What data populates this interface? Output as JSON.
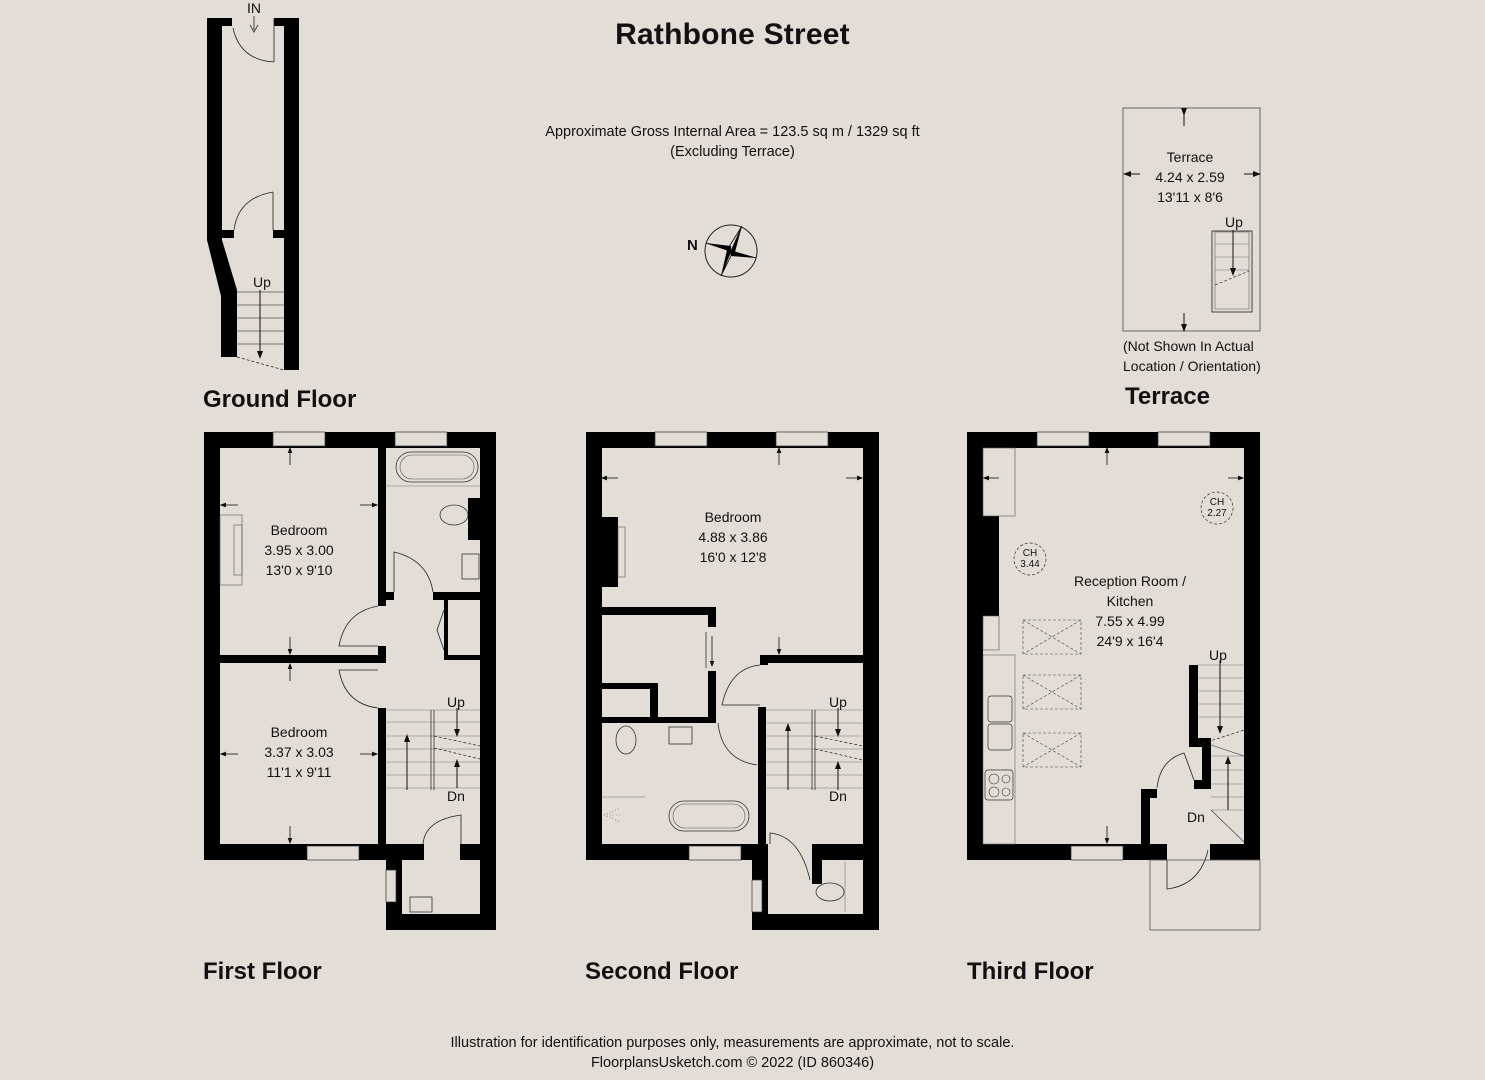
{
  "header": {
    "title": "Rathbone Street",
    "area_line1": "Approximate Gross Internal Area = 123.5 sq m / 1329 sq ft",
    "area_line2": "(Excluding Terrace)",
    "compass_label": "N"
  },
  "ground_floor": {
    "label": "Ground Floor",
    "entrance": "IN",
    "stairs": "Up"
  },
  "terrace": {
    "label": "Terrace",
    "room_name": "Terrace",
    "metric": "4.24 x 2.59",
    "imperial": "13'11 x 8'6",
    "stairs": "Up",
    "note_line1": "(Not Shown In Actual",
    "note_line2": "Location / Orientation)"
  },
  "first_floor": {
    "label": "First Floor",
    "rooms": [
      {
        "name": "Bedroom",
        "metric": "3.95 x 3.00",
        "imperial": "13'0 x 9'10"
      },
      {
        "name": "Bedroom",
        "metric": "3.37 x 3.03",
        "imperial": "11'1 x 9'11"
      }
    ],
    "stairs_up": "Up",
    "stairs_down": "Dn"
  },
  "second_floor": {
    "label": "Second Floor",
    "rooms": [
      {
        "name": "Bedroom",
        "metric": "4.88 x 3.86",
        "imperial": "16'0 x 12'8"
      }
    ],
    "stairs_up": "Up",
    "stairs_down": "Dn"
  },
  "third_floor": {
    "label": "Third Floor",
    "rooms": [
      {
        "name_line1": "Reception Room /",
        "name_line2": "Kitchen",
        "metric": "7.55 x 4.99",
        "imperial": "24'9 x 16'4"
      }
    ],
    "ceiling_heights": [
      {
        "label": "CH",
        "value": "3.44"
      },
      {
        "label": "CH",
        "value": "2.27"
      }
    ],
    "stairs_up": "Up",
    "stairs_down": "Dn"
  },
  "footer": {
    "line1": "Illustration for identification purposes only, measurements are approximate, not to scale.",
    "line2": "FloorplansUsketch.com © 2022 (ID 860346)"
  },
  "colors": {
    "background": "#e2ddd7",
    "wall": "#000000",
    "line": "#333333"
  }
}
